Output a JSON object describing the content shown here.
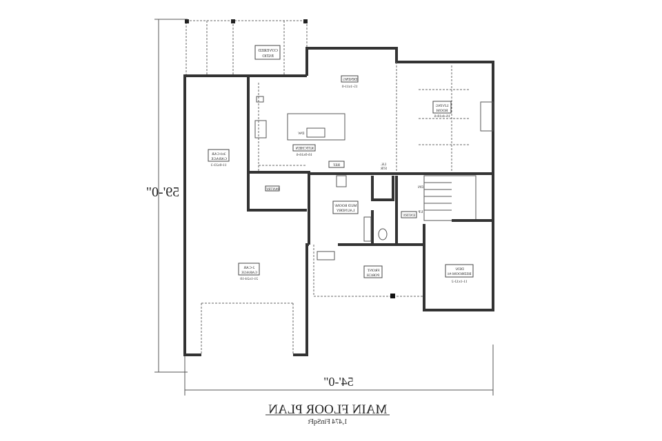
{
  "title": "MAIN FLOOR PLAN",
  "subtitle": "1,474 FinSqFt",
  "dimensions": {
    "depth": "59'-0\"",
    "width": "54'-0\""
  },
  "rooms": {
    "covered_patio": {
      "name1": "COVERED",
      "name2": "PATIO"
    },
    "dining": {
      "name1": "DINING",
      "size": "15-1x11-0"
    },
    "living": {
      "name1": "LIVING",
      "name2": "ROOM",
      "size": "16-4x18-6"
    },
    "kitchen": {
      "name1": "KITCHEN",
      "size": "16-9x16-6"
    },
    "third_garage": {
      "name1": "3rd-CAR",
      "name2": "GARAGE",
      "size": "11-0x23-3"
    },
    "pantry": {
      "name1": "PANTRY"
    },
    "ref": {
      "name1": "REF"
    },
    "lk_str": {
      "name1": "LK.",
      "name2": "STR"
    },
    "dw": {
      "name1": "DW"
    },
    "mud_room": {
      "name1": "MUD ROOM/",
      "name2": "LAUNDRY"
    },
    "entry": {
      "name1": "ENTRY"
    },
    "stair_dn": "DN",
    "stair_up": "UP",
    "front_porch": {
      "name1": "FRONT",
      "name2": "PORCH"
    },
    "den": {
      "name1": "DEN/",
      "name2": "BEDROOM #4",
      "size": "11-1x12-2"
    },
    "two_car_garage": {
      "name1": "2-CAR",
      "name2": "GARAGE",
      "size": "21-1x24-10"
    }
  }
}
